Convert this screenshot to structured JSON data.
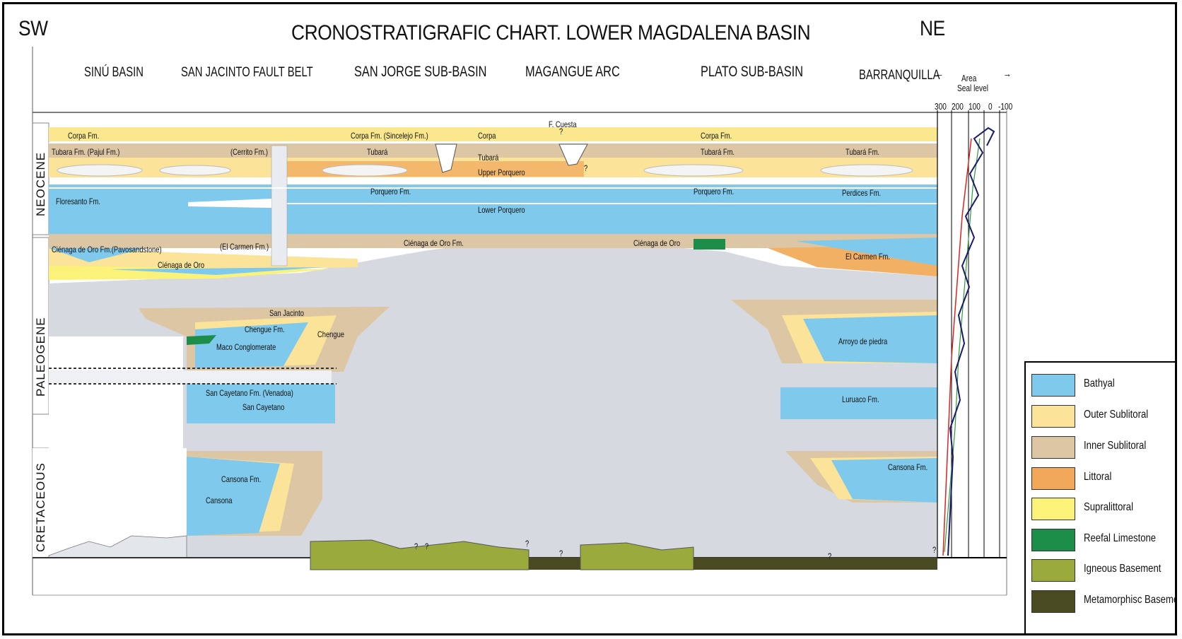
{
  "title": "CRONOSTRATIGRAFIC CHART. LOWER MAGDALENA BASIN",
  "direction": {
    "left": "SW",
    "right": "NE"
  },
  "regions": [
    "SINÚ BASIN",
    "SAN JACINTO FAULT BELT",
    "SAN JORGE SUB-BASIN",
    "MAGANGUE ARC",
    "PLATO SUB-BASIN",
    "BARRANQUILLA"
  ],
  "eras": [
    "NEOCENE",
    "PALEOGENE",
    "CRETACEOUS"
  ],
  "sea_level": {
    "area_label": "Area",
    "seal_label": "Seal level",
    "ticks": [
      "300",
      "200",
      "100",
      "0",
      "-100"
    ]
  },
  "formations": {
    "f_cuesta": "F. Cuesta",
    "q": "?",
    "corpa_sw": "Corpa Fm.",
    "corpa_sincelejo": "Corpa Fm. (Sincelejo Fm.)",
    "corpa": "Corpa",
    "corpa_ne": "Corpa Fm.",
    "tubara_pajul": "Tubara Fm. (Pajul Fm.)",
    "cerrito": "(Cerrito Fm.)",
    "tubara_1": "Tubará",
    "tubara_2": "Tubará",
    "tubara_fm": "Tubará Fm.",
    "tubara_fm_ne": "Tubará Fm.",
    "upper_porquero": "Upper Porquero",
    "porquero_fm": "Porquero Fm.",
    "porquero_fm_2": "Porquero Fm.",
    "perdices": "Perdices Fm.",
    "lower_porquero": "Lower Porquero",
    "floresanto": "Floresanto Fm.",
    "cienaga_sw": "Ciénaga de Oro Fm.(Pavosandstone)",
    "el_carmen_sw": "(El Carmen Fm.)",
    "cienaga_de_oro": "Ciénaga de Oro",
    "cienaga_fm": "Ciénaga de Oro Fm.",
    "cienaga_oro_2": "Ciénaga de Oro",
    "el_carmen_ne": "El Carmen Fm.",
    "san_jacinto": "San Jacinto",
    "chengue_fm": "Chengue Fm.",
    "chengue": "Chengue",
    "maco": "Maco Conglomerate",
    "arroyo": "Arroyo de piedra",
    "san_cayetano_fm": "San Cayetano Fm. (Venadoa)",
    "san_cayetano": "San Cayetano",
    "luruaco": "Luruaco Fm.",
    "cansona_fm": "Cansona Fm.",
    "cansona": "Cansona",
    "cansona_ne": "Cansona Fm."
  },
  "legend": [
    {
      "label": "Bathyal",
      "color": "#7fc9ec"
    },
    {
      "label": "Outer Sublitoral",
      "color": "#fbe39a"
    },
    {
      "label": "Inner Sublitoral",
      "color": "#dcc6a4"
    },
    {
      "label": "Littoral",
      "color": "#f2a85a"
    },
    {
      "label": "Supralittoral",
      "color": "#fbf27a"
    },
    {
      "label": "Reefal Limestone",
      "color": "#1d8e4a"
    },
    {
      "label": "Igneous Basement",
      "color": "#9aaa3c"
    },
    {
      "label": "Metamorphisc Basement",
      "color": "#4a4a22"
    }
  ],
  "colors": {
    "bathyal": "#7fc9ec",
    "outer": "#fbe39a",
    "inner": "#dcc6a4",
    "littoral": "#f2a85a",
    "supra": "#fbf27a",
    "reef": "#1d8e4a",
    "igneous": "#9aaa3c",
    "meta": "#4a4a22",
    "hiatus": "#d6d9e0"
  }
}
